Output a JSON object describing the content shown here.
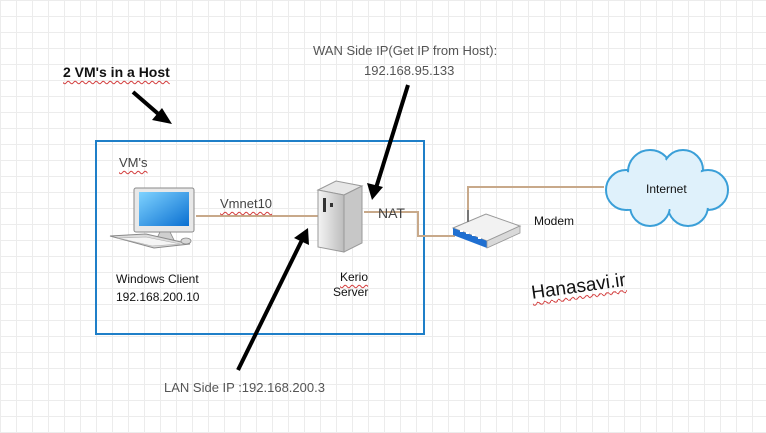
{
  "title": "2 VM's in a Host",
  "host_box_label": "VM's",
  "wan": {
    "line1": "WAN Side IP(Get IP from  Host):",
    "line2": "192.168.95.133"
  },
  "lan_label": "LAN Side IP :192.168.200.3",
  "windows_client": {
    "name": "Windows Client",
    "ip": "192.168.200.10"
  },
  "link_label": "Vmnet10",
  "kerio": {
    "line1": "Kerio",
    "line2": "Server"
  },
  "nat_label": "NAT",
  "modem_label": "Modem",
  "internet_label": "Internet",
  "watermark": "Hanasavi.ir",
  "colors": {
    "host_box": "#1f7fc8",
    "cable": "#c8a98a",
    "cloud_fill": "#dff1fb",
    "cloud_stroke": "#3a9fd8",
    "squiggle": "#d23b3b"
  }
}
